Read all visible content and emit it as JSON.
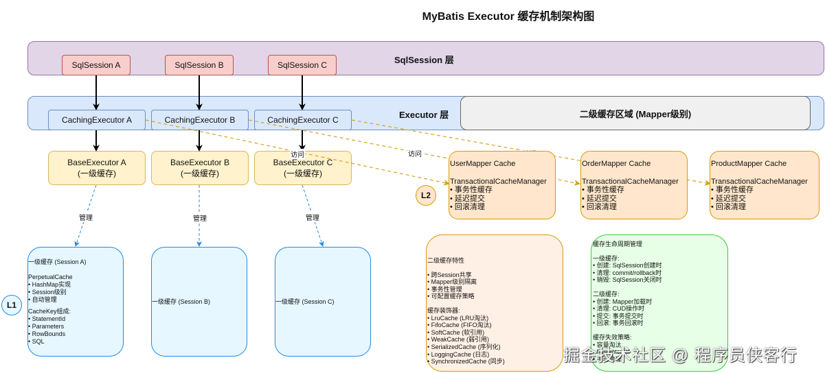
{
  "title": "MyBatis Executor 缓存机制架构图",
  "layers": {
    "sqlsession": "SqlSession 层",
    "executor": "Executor 层",
    "l2_region": "二级缓存区域 (Mapper级别)"
  },
  "sqlsessions": [
    "SqlSession A",
    "SqlSession B",
    "SqlSession C"
  ],
  "caching_executors": [
    "CachingExecutor A",
    "CachingExecutor B",
    "CachingExecutor C"
  ],
  "base_executors": [
    {
      "name": "BaseExecutor A",
      "sub": "(一级缓存)"
    },
    {
      "name": "BaseExecutor B",
      "sub": "(一级缓存)"
    },
    {
      "name": "BaseExecutor C",
      "sub": "(一级缓存)"
    }
  ],
  "edge_labels": {
    "manage": "管理",
    "access": "访问"
  },
  "mapper_caches": [
    {
      "name": "UserMapper Cache",
      "manager": "TransactionalCacheManager",
      "items": [
        "• 事务性缓存",
        "• 延迟提交",
        "• 回滚清理"
      ]
    },
    {
      "name": "OrderMapper Cache",
      "manager": "TransactionalCacheManager",
      "items": [
        "• 事务性缓存",
        "• 延迟提交",
        "• 回滚清理"
      ]
    },
    {
      "name": "ProductMapper Cache",
      "manager": "TransactionalCacheManager",
      "items": [
        "• 事务性缓存",
        "• 延迟提交",
        "• 回滚清理"
      ]
    }
  ],
  "l1_caches": {
    "a": {
      "title": "一级缓存 (Session A)",
      "impl_title": "PerpetualCache",
      "impl_items": [
        "• HashMap实现",
        "• Session级别",
        "• 自动管理"
      ],
      "key_title": "CacheKey组成:",
      "key_items": [
        "• StatementId",
        "• Parameters",
        "• RowBounds",
        "• SQL"
      ]
    },
    "b": "一级缓存 (Session B)",
    "c": "一级缓存 (Session C)"
  },
  "badges": {
    "l1": "L1",
    "l2": "L2"
  },
  "l2_features": {
    "title": "二级缓存特性",
    "items": [
      "• 跨Session共享",
      "• Mapper级别隔离",
      "• 事务性管理",
      "• 可配置缓存策略"
    ],
    "decorators_title": "缓存装饰器:",
    "decorators": [
      "• LruCache (LRU淘汰)",
      "• FifoCache (FIFO淘汰)",
      "• SoftCache (软引用)",
      "• WeakCache (弱引用)",
      "• SerializedCache (序列化)",
      "• LoggingCache (日志)",
      "• SynchronizedCache (同步)"
    ]
  },
  "lifecycle": {
    "title": "缓存生命周期管理",
    "l1_title": "一级缓存:",
    "l1_items": [
      "• 创建: SqlSession创建时",
      "• 清理: commit/rollback时",
      "• 销毁: SqlSession关闭时"
    ],
    "l2_title": "二级缓存:",
    "l2_items": [
      "• 创建: Mapper加载时",
      "• 清理: CUD操作时",
      "• 提交: 事务提交时",
      "• 回滚: 事务回滚时"
    ],
    "invalid_title": "缓存失效策略:",
    "invalid_items": [
      "• 容量淘汰",
      "• flushInterval",
      "• 手动清理"
    ]
  },
  "watermark": "掘金技术社区 @ 程序员侠客行",
  "colors": {
    "sqlsession_layer": "#e1d5e7",
    "executor_layer": "#dae8fc",
    "sqlsession_box": "#f8cecc",
    "base_executor": "#fff2cc",
    "mapper_cache": "#ffe6cc",
    "l1_cache": "#e6f7ff",
    "lifecycle": "#e6ffe6",
    "access_edge": "#d6a21e",
    "manage_edge": "#1f8ae6"
  }
}
